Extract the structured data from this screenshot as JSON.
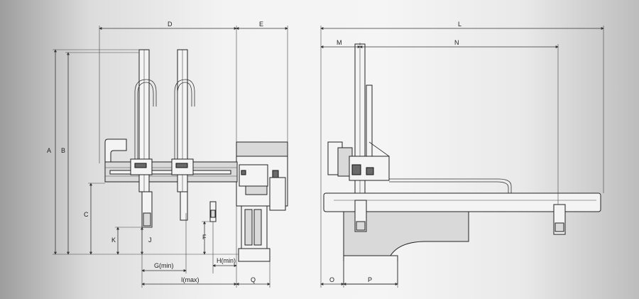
{
  "dimension_labels": {
    "A": "A",
    "B": "B",
    "C": "C",
    "D": "D",
    "E": "E",
    "F": "F",
    "G": "G(min)",
    "H": "H(min)",
    "I": "I(max)",
    "J": "J",
    "K": "K",
    "L": "L",
    "M": "M",
    "N": "N",
    "O": "O",
    "P": "P",
    "Q": "Q"
  },
  "colors": {
    "line": "#333333",
    "background": "#f5f5f5",
    "edge_shade": "#9d9d9d"
  }
}
